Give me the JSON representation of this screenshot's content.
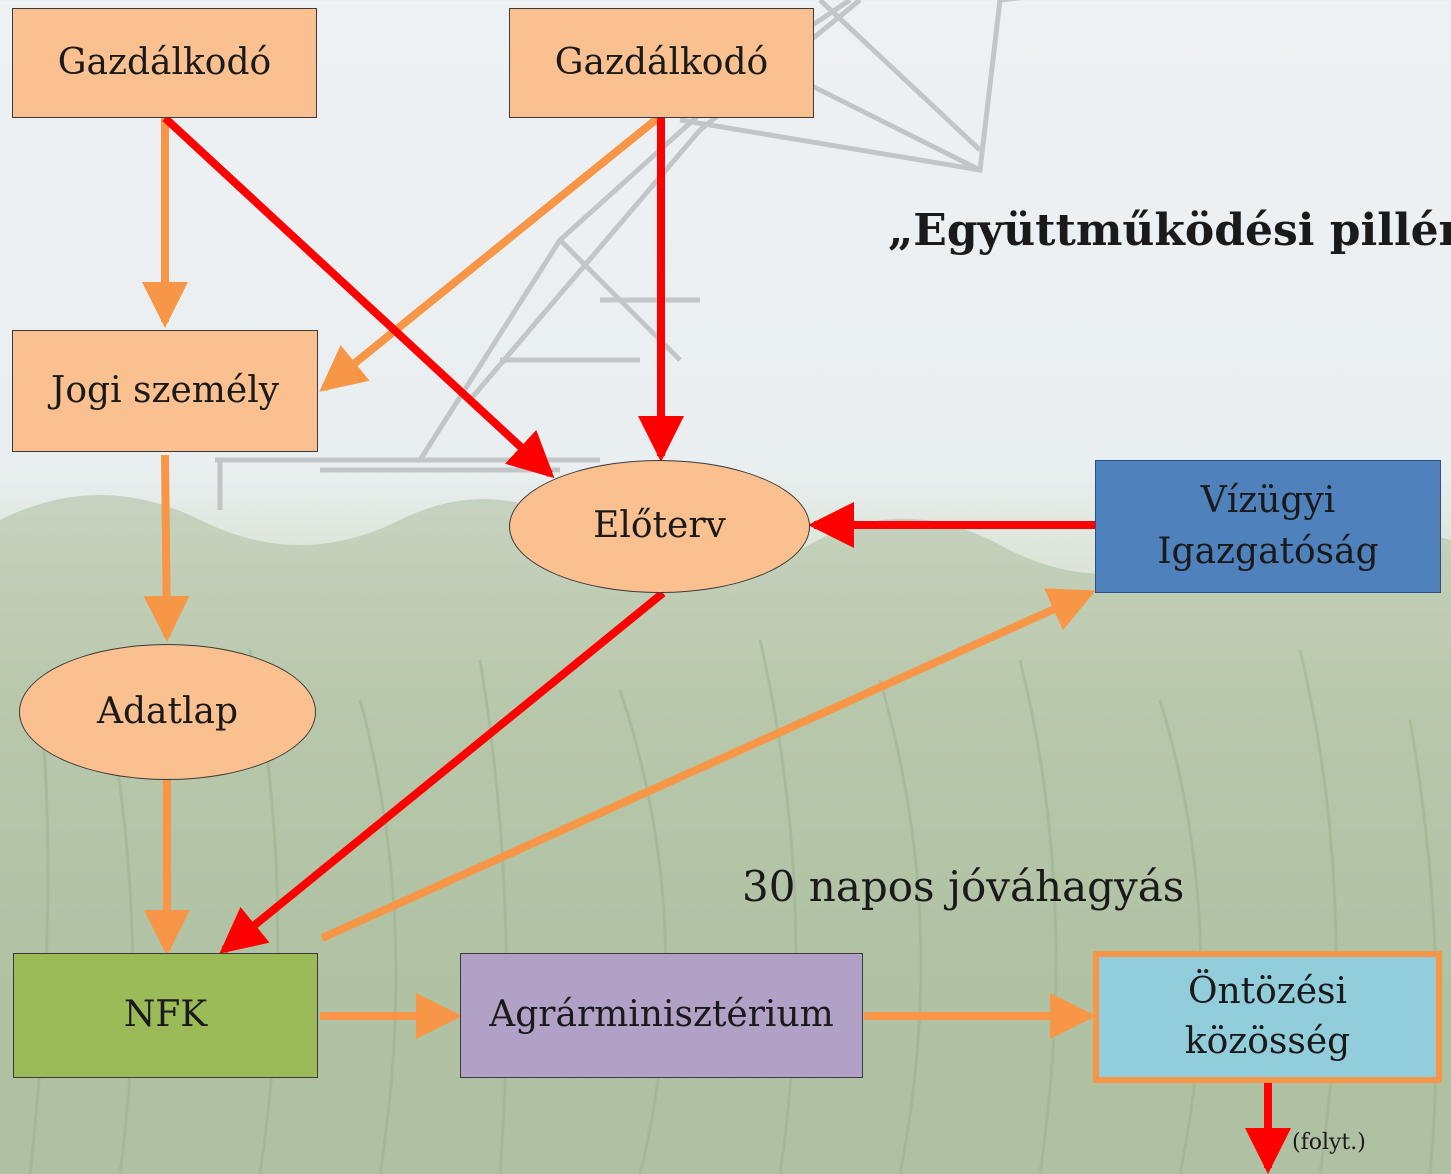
{
  "title": "„Együttműködési pillér”",
  "nodes": {
    "farmer_1": "Gazdálkodó",
    "farmer_2": "Gazdálkodó",
    "legal_entity": "Jogi személy",
    "preliminary_plan": "Előterv",
    "water_directorate_line1": "Vízügyi",
    "water_directorate_line2": "Igazgatóság",
    "datasheet": "Adatlap",
    "nfk": "NFK",
    "ministry": "Agrárminisztérium",
    "irrigation_community_line1": "Öntözési",
    "irrigation_community_line2": "közösség"
  },
  "approval_label": "30 napos jóváhagyás",
  "continued_label": "(folyt.)",
  "colors": {
    "orange_node": "#fac090",
    "orange_arrow": "#f79646",
    "red_arrow": "#ff0000",
    "blue_node": "#4f81bd",
    "green_node": "#9bbb59",
    "purple_node": "#b2a1c7",
    "cyan_node": "#92cddc"
  }
}
